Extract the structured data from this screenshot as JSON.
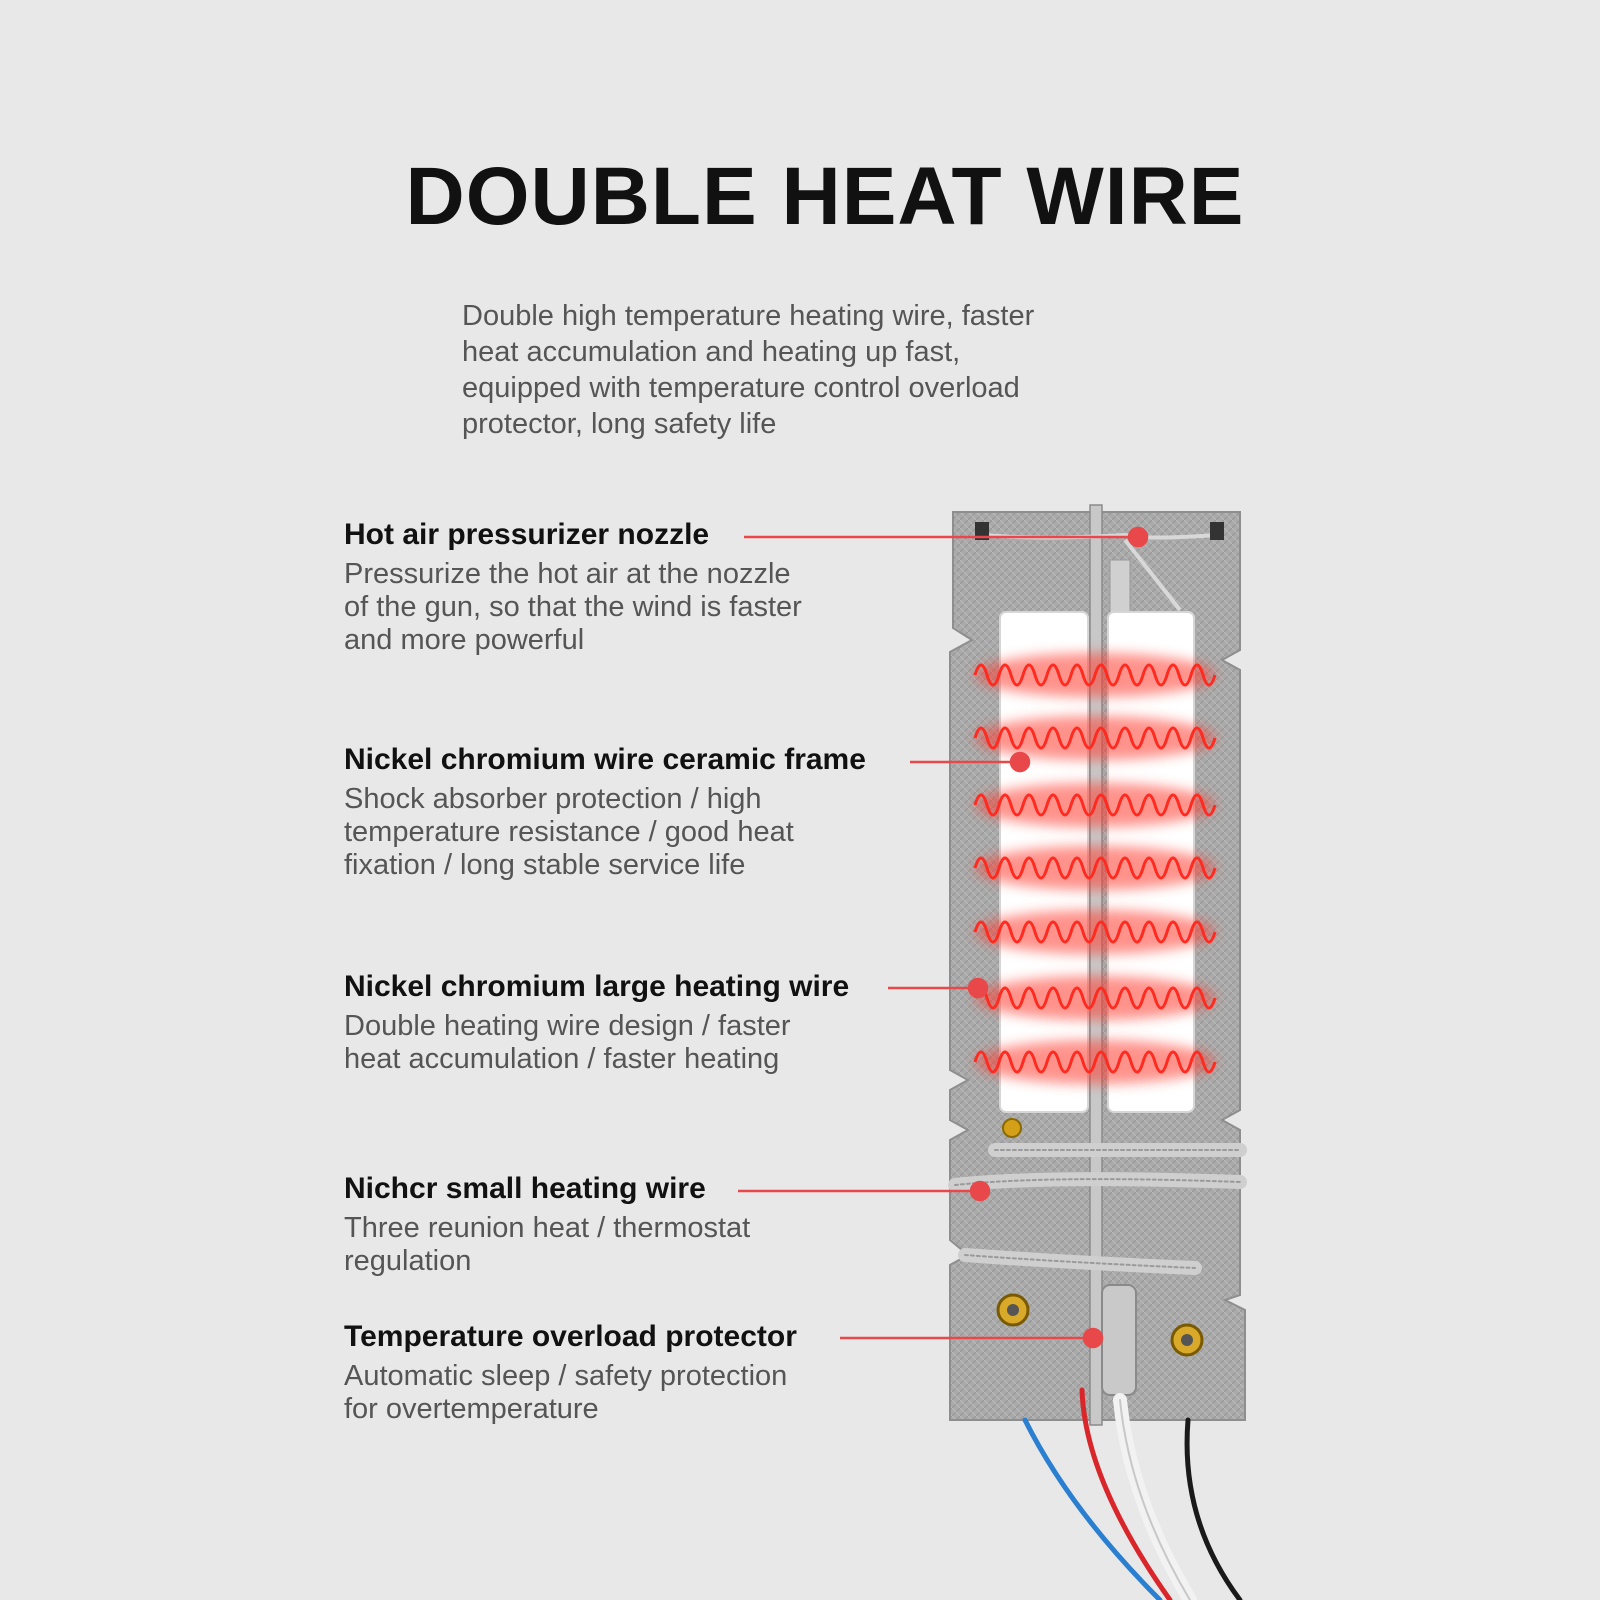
{
  "title": "DOUBLE HEAT WIRE",
  "intro_lines": [
    "Double high temperature heating wire, faster",
    "heat accumulation and heating up fast,",
    "equipped with temperature control overload",
    "protector, long safety life"
  ],
  "features": [
    {
      "title": "Hot air pressurizer nozzle",
      "desc": [
        "Pressurize the hot air at the nozzle",
        "of the gun, so that the wind is faster",
        "and more powerful"
      ]
    },
    {
      "title": "Nickel chromium wire ceramic frame",
      "desc": [
        "Shock absorber protection / high",
        "temperature resistance / good heat",
        "fixation / long stable service life"
      ]
    },
    {
      "title": "Nickel chromium large heating wire",
      "desc": [
        "Double heating wire design / faster",
        "heat accumulation / faster heating"
      ]
    },
    {
      "title": "Nichcr small heating wire",
      "desc": [
        "Three reunion heat / thermostat",
        "regulation"
      ]
    },
    {
      "title": "Temperature overload protector",
      "desc": [
        "Automatic sleep / safety protection",
        "for overtemperature"
      ]
    }
  ],
  "colors": {
    "background": "#e8e8e8",
    "callout": "#e8484a",
    "coil": "#ff2a20",
    "frame": "#a9a9a9",
    "ceramic": "#ffffff"
  }
}
